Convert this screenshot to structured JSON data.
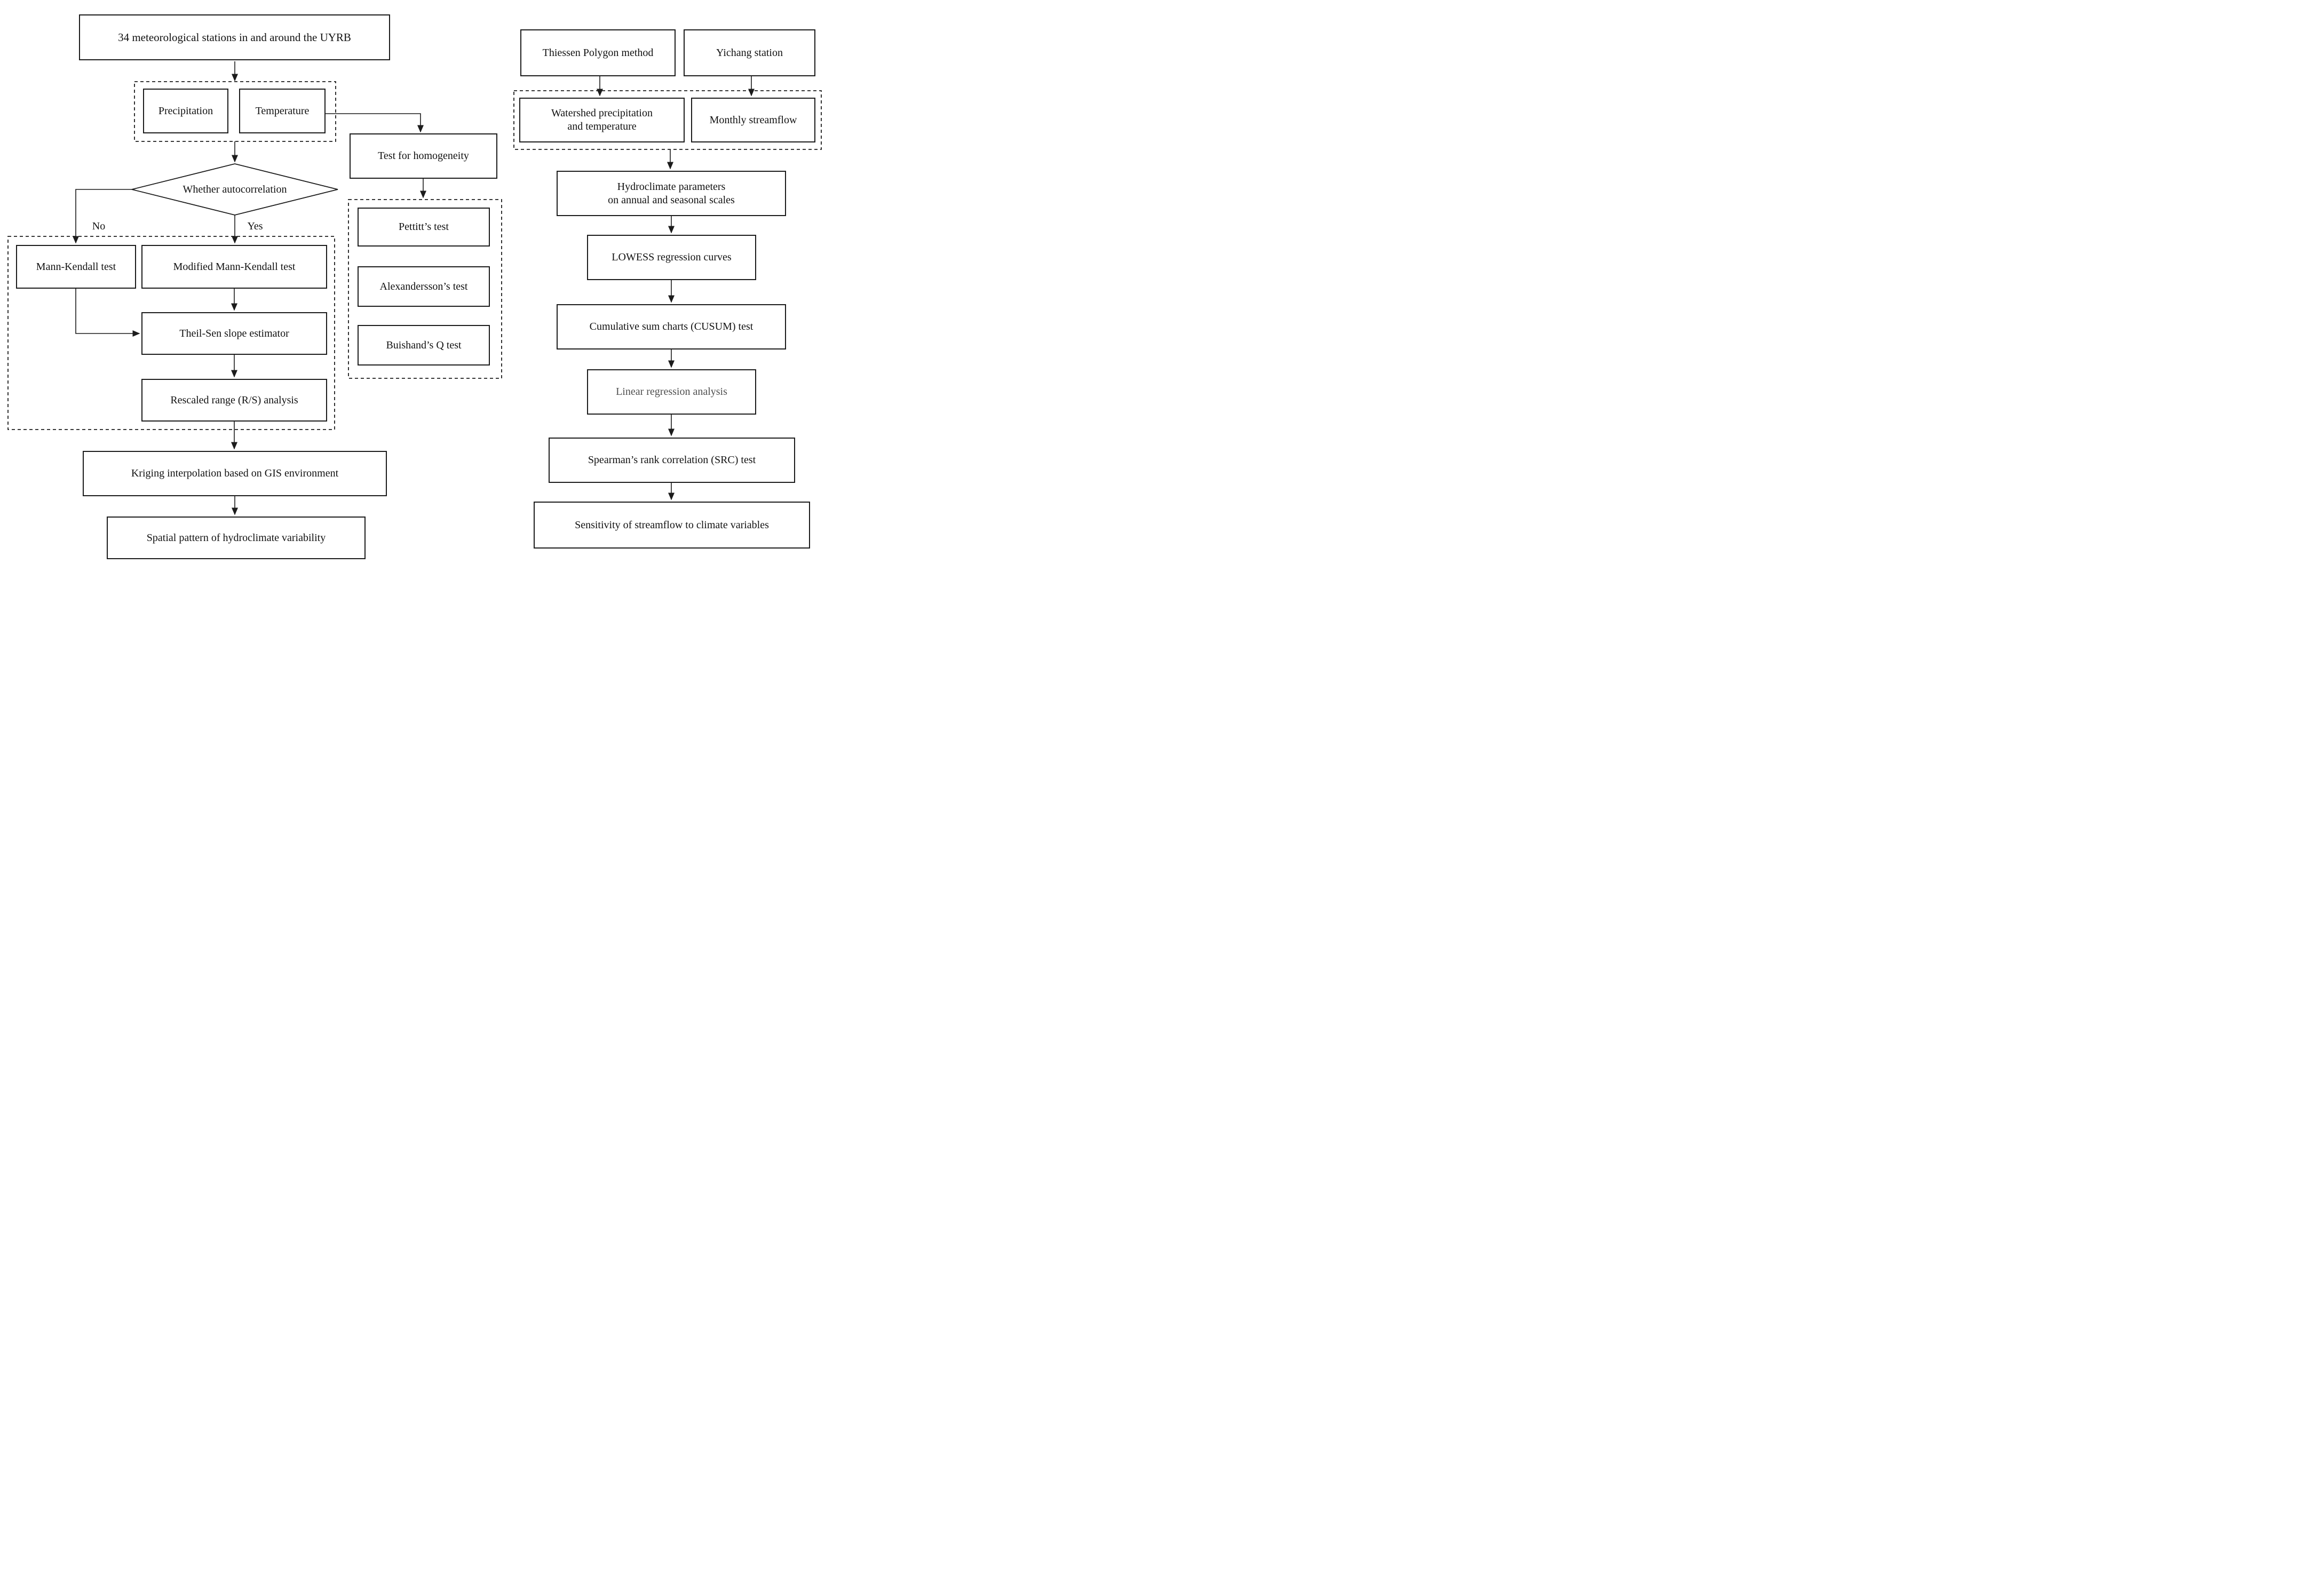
{
  "nodes": {
    "stations": "34 meteorological stations in and around the UYRB",
    "precipitation": "Precipitation",
    "temperature": "Temperature",
    "decision": "Whether autocorrelation",
    "branch_no": "No",
    "branch_yes": "Yes",
    "mann_kendall": "Mann-Kendall test",
    "modified_mann_kendall": "Modified Mann-Kendall test",
    "theil_sen": "Theil-Sen slope estimator",
    "rescaled_range": "Rescaled range (R/S) analysis",
    "kriging": "Kriging interpolation based on GIS environment",
    "spatial_pattern": "Spatial pattern of hydroclimate variability",
    "homogeneity": "Test for homogeneity",
    "pettitt": "Pettitt’s test",
    "alexandersson": "Alexandersson’s test",
    "buishand": "Buishand’s Q test",
    "thiessen": "Thiessen Polygon method",
    "yichang": "Yichang station",
    "watershed_line1": "Watershed precipitation",
    "watershed_line2": "and temperature",
    "monthly_streamflow": "Monthly streamflow",
    "hydroclimate_line1": "Hydroclimate parameters",
    "hydroclimate_line2": "on annual and seasonal scales",
    "lowess": "LOWESS regression curves",
    "cusum": "Cumulative sum charts (CUSUM) test",
    "linear_regression": "Linear regression analysis",
    "spearman": "Spearman’s rank correlation (SRC) test",
    "sensitivity": "Sensitivity of streamflow to climate variables"
  },
  "colors": {
    "ink": "#1c1c1c",
    "muted_text": "#4f4f4f",
    "background": "#ffffff"
  }
}
